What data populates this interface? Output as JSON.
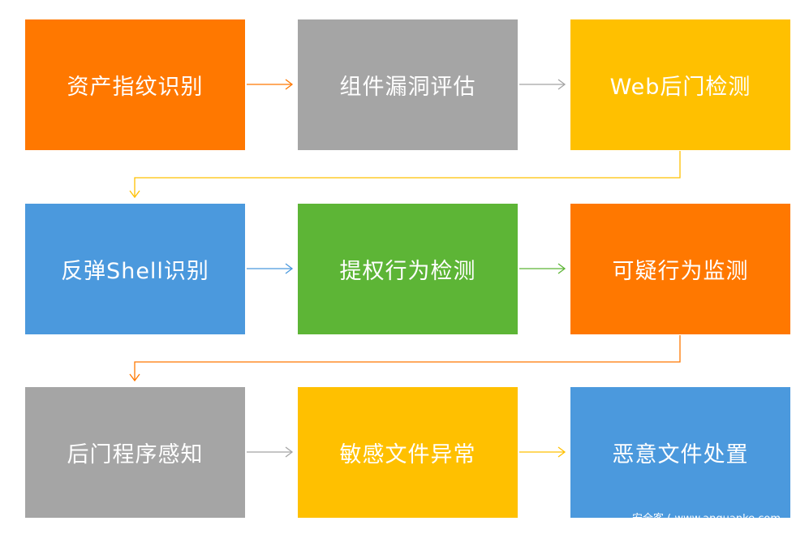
{
  "steps": [
    {
      "label": "资产指纹识别",
      "color": "#ff7800"
    },
    {
      "label": "组件漏洞评估",
      "color": "#a5a5a5"
    },
    {
      "label": "Web后门检测",
      "color": "#ffc000"
    },
    {
      "label": "反弹Shell识别",
      "color": "#4b99dd"
    },
    {
      "label": "提权行为检测",
      "color": "#5db536"
    },
    {
      "label": "可疑行为监测",
      "color": "#ff7800"
    },
    {
      "label": "后门程序感知",
      "color": "#a5a5a5"
    },
    {
      "label": "敏感文件异常",
      "color": "#ffc000"
    },
    {
      "label": "恶意文件处置",
      "color": "#4b99dd"
    }
  ],
  "connector_colors": {
    "row1": [
      "#ff7800",
      "#a5a5a5"
    ],
    "wrap1": "#ffc000",
    "row2": [
      "#4b99dd",
      "#5db536"
    ],
    "wrap2": "#ff7800",
    "row3": [
      "#a5a5a5",
      "#ffc000"
    ]
  },
  "watermark": "安全客 ( www.anquanke.com"
}
